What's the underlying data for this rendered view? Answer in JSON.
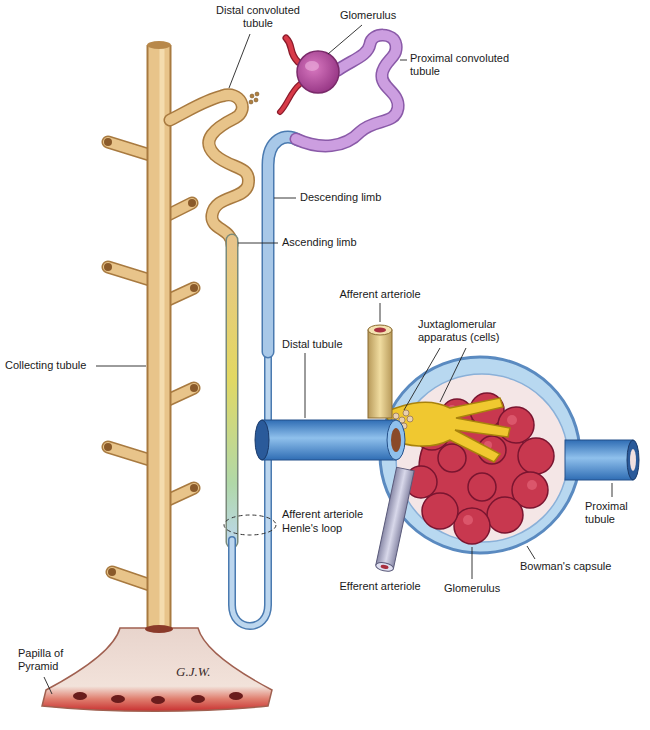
{
  "diagram": {
    "labels": [
      "Distal convoluted tubule",
      "Glomerulus",
      "Proximal convoluted tubule",
      "Descending limb",
      "Ascending limb",
      "Afferent arteriole",
      "Juxtaglomerular apparatus (cells)",
      "Collecting tubule",
      "Distal tubule",
      "Proximal tubule",
      "Afferent arteriole",
      "Henle's loop",
      "Efferent arteriole",
      "Glomerulus",
      "Bowman's capsule",
      "Papilla of Pyramid",
      "G.J.W."
    ]
  }
}
